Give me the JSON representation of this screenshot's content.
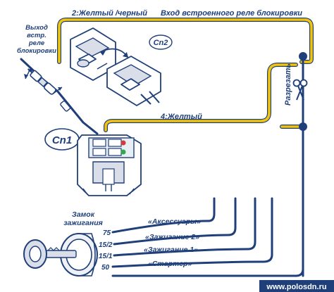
{
  "labels": {
    "top_wire": "2:Желтый /черный",
    "top_relay_input": "Вход встроенного реле блокировки",
    "relay_output_1": "Выход",
    "relay_output_2": "встр.",
    "relay_output_3": "реле",
    "relay_output_4": "блокировки",
    "cn2": "Cn2",
    "cn1": "Cn1",
    "yellow_wire": "4:Желтый",
    "cut": "Разрезать",
    "lock_1": "Замок",
    "lock_2": "зажигания",
    "acc": "«Аксессуары»",
    "ign2": "«Зажигание 2»",
    "ign1": "«Зажигание 1»",
    "starter": "«Стартер»",
    "pin_75": "75",
    "pin_15_2": "15/2",
    "pin_15_1": "15/1",
    "pin_50": "50",
    "website": "www.polosdn.ru"
  },
  "colors": {
    "wire_dark": "#1f3f7a",
    "wire_yellow": "#f1c40f",
    "watermark_bg": "#1f3f7a",
    "connector_red": "#d23b3b",
    "connector_green": "#2fa84f"
  },
  "icons": {
    "scissors": "scissors-icon",
    "key": "key-icon"
  }
}
